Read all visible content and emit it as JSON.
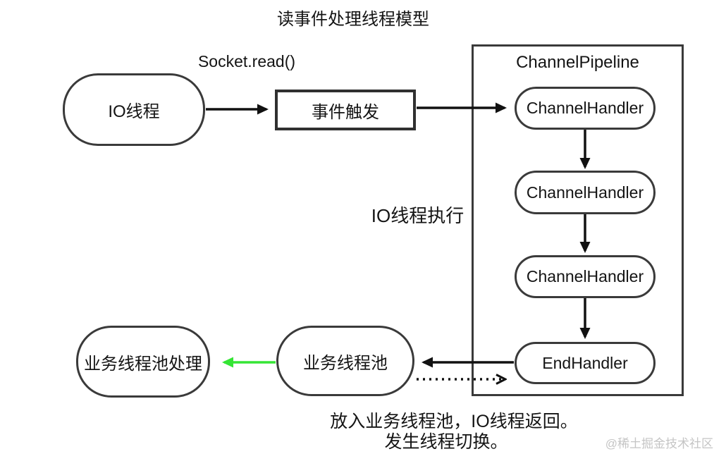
{
  "title": "读事件处理线程模型",
  "annotations": {
    "socket_read": "Socket.read()",
    "io_exec": "IO线程执行",
    "note_line1": "放入业务线程池，IO线程返回。",
    "note_line2": "发生线程切换。"
  },
  "nodes": {
    "io_thread": {
      "label": "IO线程",
      "shape": "stadium"
    },
    "event_trigger": {
      "label": "事件触发",
      "shape": "rect"
    },
    "pipeline": {
      "label": "ChannelPipeline",
      "shape": "container"
    },
    "handler1": {
      "label": "ChannelHandler",
      "shape": "stadium"
    },
    "handler2": {
      "label": "ChannelHandler",
      "shape": "stadium"
    },
    "handler3": {
      "label": "ChannelHandler",
      "shape": "stadium"
    },
    "end_handler": {
      "label": "EndHandler",
      "shape": "stadium"
    },
    "biz_pool": {
      "label": "业务线程池",
      "shape": "stadium"
    },
    "biz_pool_process": {
      "label": "业务线程池处理",
      "shape": "stadium"
    }
  },
  "edges": [
    {
      "from": "io_thread",
      "to": "event_trigger",
      "style": "solid",
      "color": "#111111"
    },
    {
      "from": "event_trigger",
      "to": "handler1",
      "style": "solid",
      "color": "#111111"
    },
    {
      "from": "handler1",
      "to": "handler2",
      "style": "solid",
      "color": "#111111"
    },
    {
      "from": "handler2",
      "to": "handler3",
      "style": "solid",
      "color": "#111111"
    },
    {
      "from": "handler3",
      "to": "end_handler",
      "style": "solid",
      "color": "#111111"
    },
    {
      "from": "end_handler",
      "to": "biz_pool",
      "style": "solid",
      "color": "#111111"
    },
    {
      "from": "biz_pool",
      "to": "end_handler",
      "style": "dotted",
      "color": "#111111"
    },
    {
      "from": "biz_pool",
      "to": "biz_pool_process",
      "style": "solid",
      "color": "#35e535"
    }
  ],
  "watermark": "@稀土掘金技术社区",
  "colors": {
    "background": "#ffffff",
    "stroke": "#3a3a3a",
    "arrow": "#111111",
    "green_arrow": "#35e535",
    "watermark": "#c5c5c5"
  }
}
